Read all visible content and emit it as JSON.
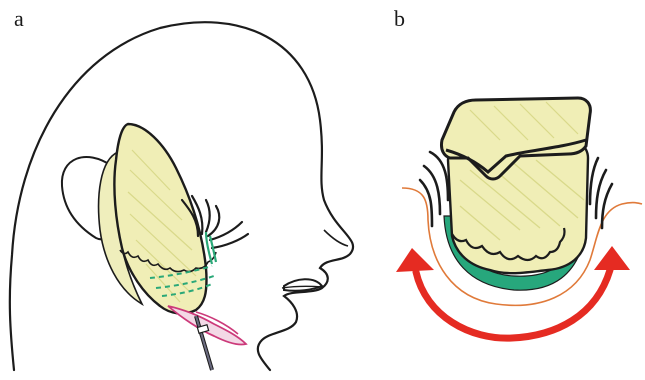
{
  "panels": [
    {
      "label": "a"
    },
    {
      "label": "b"
    }
  ],
  "colors": {
    "outline": "#1c1c1c",
    "tissue_fill": "#f0eeb6",
    "tissue_shade": "#d9d98a",
    "nerve_green": "#2aa878",
    "band_green": "#27a77c",
    "arrow_red": "#e52b22",
    "skin_orange": "#e07a3a",
    "duct_pink": "#cc3a7a",
    "vessel_gray": "#6b6b80"
  },
  "icons": {
    "arrow": "double-headed-curved-arrow"
  }
}
